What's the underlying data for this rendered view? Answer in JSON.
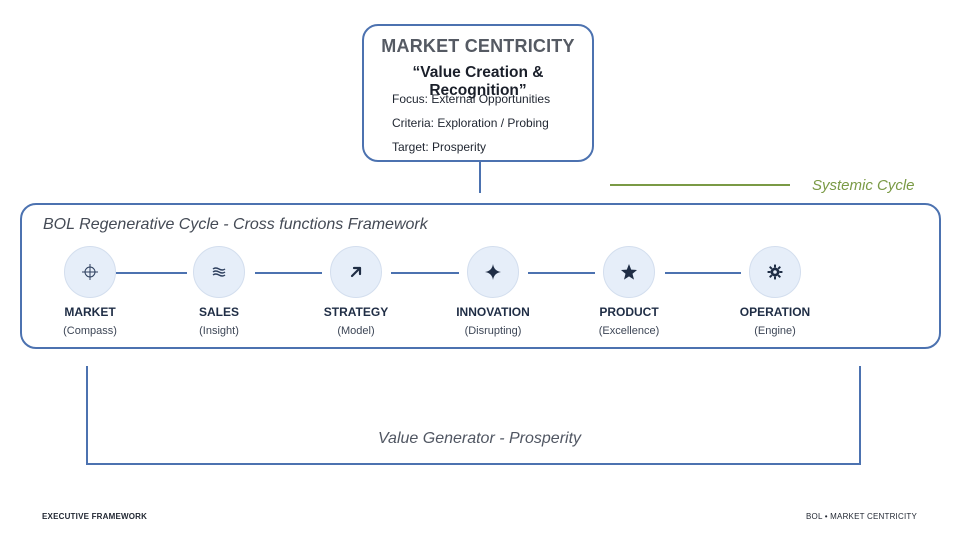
{
  "top_card": {
    "title": "MARKET CENTRICITY",
    "subtitle": "“Value Creation & Recognition”",
    "lines": [
      "Focus:  External Opportunities",
      "Criteria:  Exploration / Probing",
      "Target:  Prosperity"
    ]
  },
  "systemic": {
    "label": "Systemic Cycle",
    "color": "#7a9a45"
  },
  "framework": {
    "title": "BOL  Regenerative Cycle - Cross functions Framework",
    "nodes": [
      {
        "name": "MARKET",
        "sub": "(Compass)",
        "icon": "crosshair-icon"
      },
      {
        "name": "SALES",
        "sub": "(Insight)",
        "icon": "waves-icon"
      },
      {
        "name": "STRATEGY",
        "sub": "(Model)",
        "icon": "arrow-up-right-icon"
      },
      {
        "name": "INNOVATION",
        "sub": "(Disrupting)",
        "icon": "sparkle-icon"
      },
      {
        "name": "PRODUCT",
        "sub": "(Excellence)",
        "icon": "star-icon"
      },
      {
        "name": "OPERATION",
        "sub": "(Engine)",
        "icon": "gear-icon"
      }
    ]
  },
  "value_generator": "Value Generator - Prosperity",
  "footer": {
    "left": "EXECUTIVE FRAMEWORK",
    "right": "BOL • MARKET CENTRICITY"
  },
  "colors": {
    "accent": "#4c72b0",
    "node_fill": "#e6eef9",
    "text_dark": "#1f2d45"
  }
}
